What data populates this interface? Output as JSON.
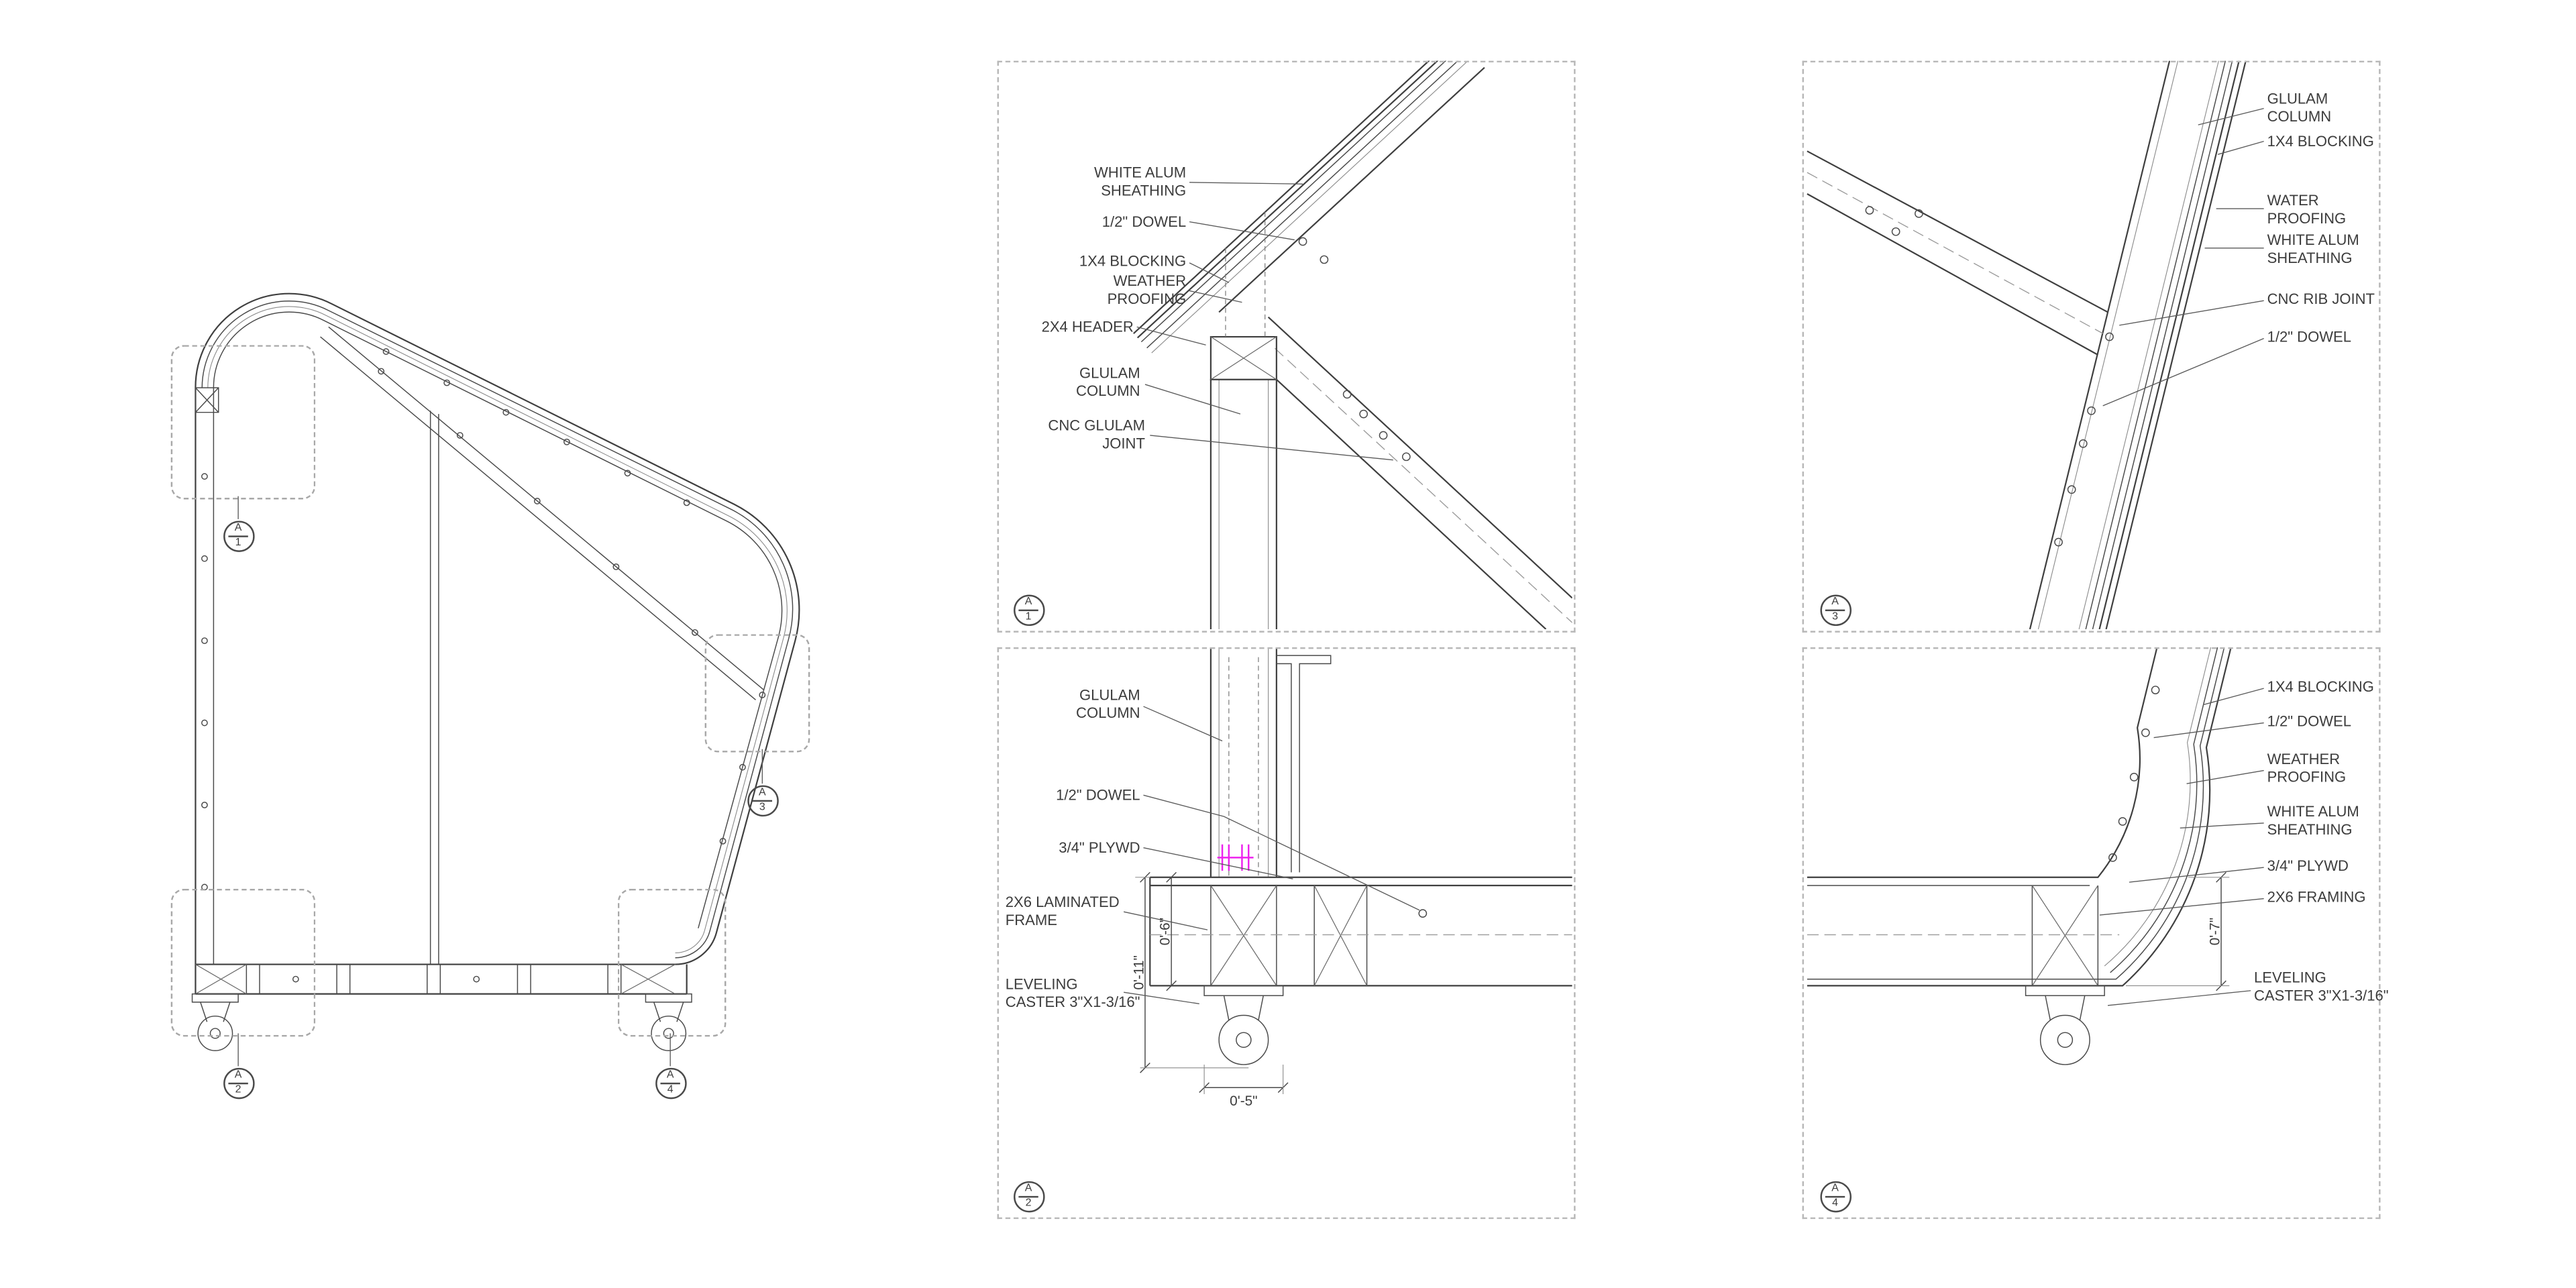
{
  "colors": {
    "background": "#ffffff",
    "linework": "#3f3f3f",
    "accent_magenta": "#ee22ee",
    "callout_dash": "#a8a8a8"
  },
  "overview": {
    "callouts": [
      {
        "letter": "A",
        "number": "1"
      },
      {
        "letter": "A",
        "number": "2"
      },
      {
        "letter": "A",
        "number": "3"
      },
      {
        "letter": "A",
        "number": "4"
      }
    ]
  },
  "details": {
    "a1": {
      "marker": {
        "letter": "A",
        "number": "1"
      },
      "labels": {
        "sheathing": "WHITE ALUM\nSHEATHING",
        "dowel": "1/2\" DOWEL",
        "blocking": "1X4 BLOCKING",
        "weatherproofing": "WEATHER\nPROOFING",
        "header": "2X4 HEADER",
        "column": "GLULAM\nCOLUMN",
        "joint": "CNC GLULAM\nJOINT"
      }
    },
    "a2": {
      "marker": {
        "letter": "A",
        "number": "2"
      },
      "labels": {
        "column": "GLULAM\nCOLUMN",
        "dowel": "1/2\" DOWEL",
        "plywood": "3/4\" PLYWD",
        "frame": "2X6 LAMINATED\nFRAME",
        "caster": "LEVELING\nCASTER 3\"X1-3/16\""
      },
      "dimensions": {
        "frame_height": "0'-6\"",
        "overall_height": "0'-11\"",
        "caster_width": "0'-5\""
      }
    },
    "a3": {
      "marker": {
        "letter": "A",
        "number": "3"
      },
      "labels": {
        "column": "GLULAM\nCOLUMN",
        "blocking": "1X4 BLOCKING",
        "waterproofing": "WATER\nPROOFING",
        "sheathing": "WHITE ALUM\nSHEATHING",
        "joint": "CNC RIB JOINT",
        "dowel": "1/2\" DOWEL"
      }
    },
    "a4": {
      "marker": {
        "letter": "A",
        "number": "4"
      },
      "labels": {
        "blocking": "1X4 BLOCKING",
        "dowel": "1/2\" DOWEL",
        "weatherproofing": "WEATHER\nPROOFING",
        "sheathing": "WHITE ALUM\nSHEATHING",
        "plywood": "3/4\" PLYWD",
        "framing": "2X6 FRAMING",
        "caster": "LEVELING\nCASTER 3\"X1-3/16\""
      },
      "dimensions": {
        "frame_height": "0'-7\""
      }
    }
  }
}
